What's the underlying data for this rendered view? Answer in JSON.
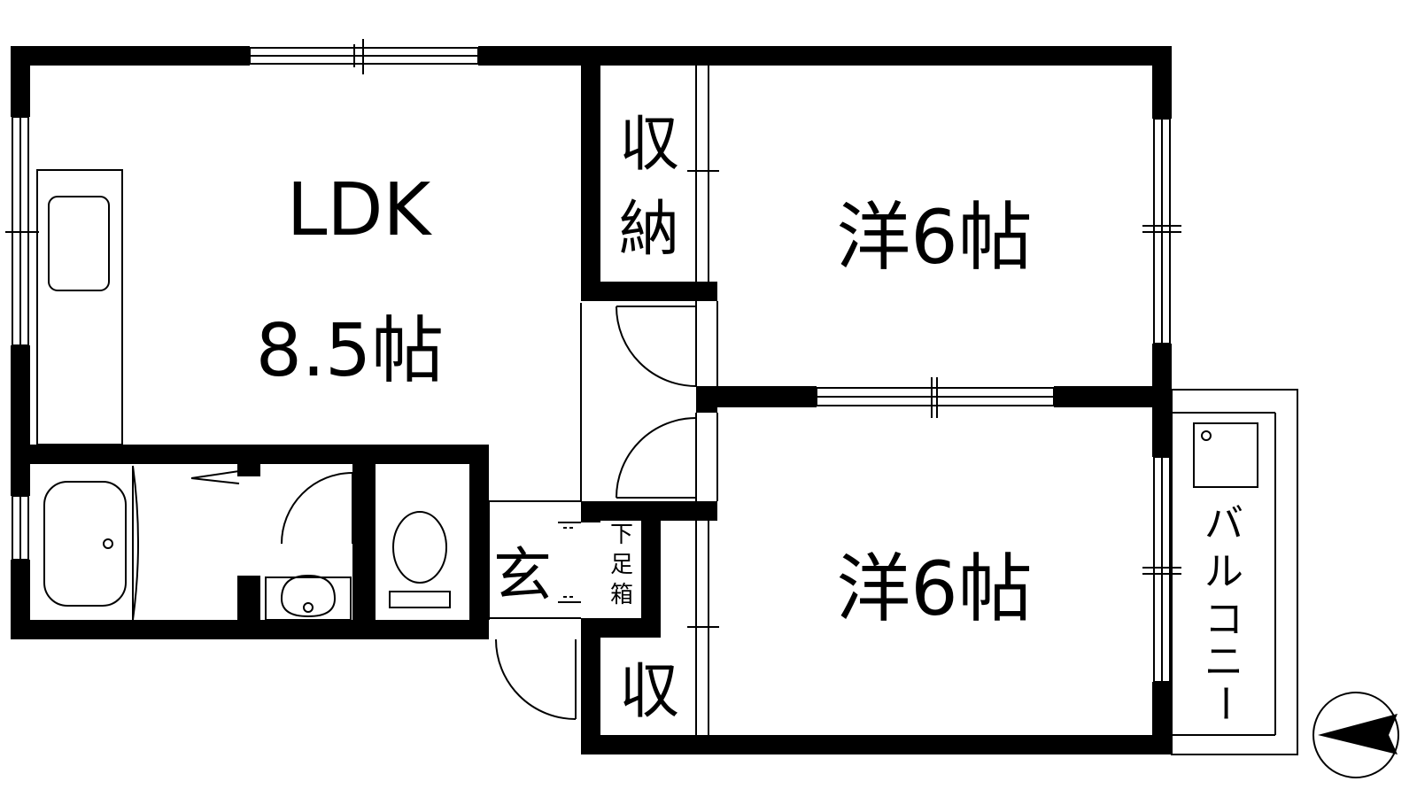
{
  "rooms": {
    "ldk": {
      "name": "LDK",
      "size": "8.5帖"
    },
    "western_top": {
      "name": "洋6帖"
    },
    "western_bottom": {
      "name": "洋6帖"
    },
    "closet_top": {
      "line1": "収",
      "line2": "納"
    },
    "closet_bottom": {
      "name": "収"
    },
    "entrance": {
      "name": "玄"
    },
    "shoe_box": {
      "line1": "下",
      "line2": "足",
      "line3": "箱"
    },
    "balcony": {
      "line1": "バ",
      "line2": "ル",
      "line3": "コ",
      "line4": "ニ",
      "line5": "ー"
    }
  },
  "colors": {
    "wall": "#000000",
    "background": "#ffffff",
    "fixture_stroke": "#000000"
  },
  "icons": {
    "compass": "north-arrow-compass-icon",
    "bathtub": "bathtub-icon",
    "toilet": "toilet-icon",
    "washbasin": "washbasin-icon",
    "kitchen_sink": "kitchen-sink-icon",
    "washing_machine": "washing-machine-pan-icon"
  }
}
